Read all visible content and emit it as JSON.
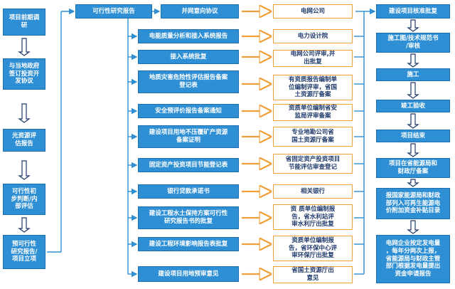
{
  "left_column": [
    "项目前期调\n研",
    "与当地政府\n签订投资开\n发协议",
    "光资源评\n估报告",
    "可行性初\n步判断/内\n部评估",
    "预可行性\n研究报告/\n项目立项"
  ],
  "center_column": [
    "可行性研究报告",
    "并网意向协议",
    "电能质量分析和接入系统报告",
    "接入系统批复",
    "地质灾害危险性评估报告备案\n登记表",
    "安全预评价报告备案通知",
    "建设项目用地不压覆矿产资源\n备案证明",
    "固定资产投资项目节能登记表",
    "银行贷款承诺书",
    "建设工程水土保持方案可行性\n研究报告书的批复",
    "建设工程环境影响报告表批复",
    "建设项目用地预审意见"
  ],
  "authorities": [
    "电网公司",
    "电力设计院",
    "电网公司评审,并\n出批复",
    "有资质报告编制单\n位编制评审，省国\n土资源厅备案",
    "资质单位编制省安\n监局评审备案",
    "专业地勘公司省\n国土资源厅备案",
    "省固定资产投资项目\n节能评估审查登记",
    "相关银行",
    "资 质单位编制报\n告，省水利站评\n审水利厅出批复",
    "资质单位编制报\n告，省环保中心评\n审环保厅出批复",
    "省国土资源厅出\n意见"
  ],
  "right_column": [
    "建设项目核准批复",
    "施工图/技术规范书\n/审核",
    "施工",
    "竣工验收",
    "项目结束",
    "项目在省能源局和\n财政厅备案",
    "报国家能源局和财政\n部列入可再生能源电\n价附加资金补贴目录",
    "电网企业按定发电量\n，每年分两次上报，\n省能源局与财政主管\n部门根据发电量提出\n资金申请报告"
  ]
}
